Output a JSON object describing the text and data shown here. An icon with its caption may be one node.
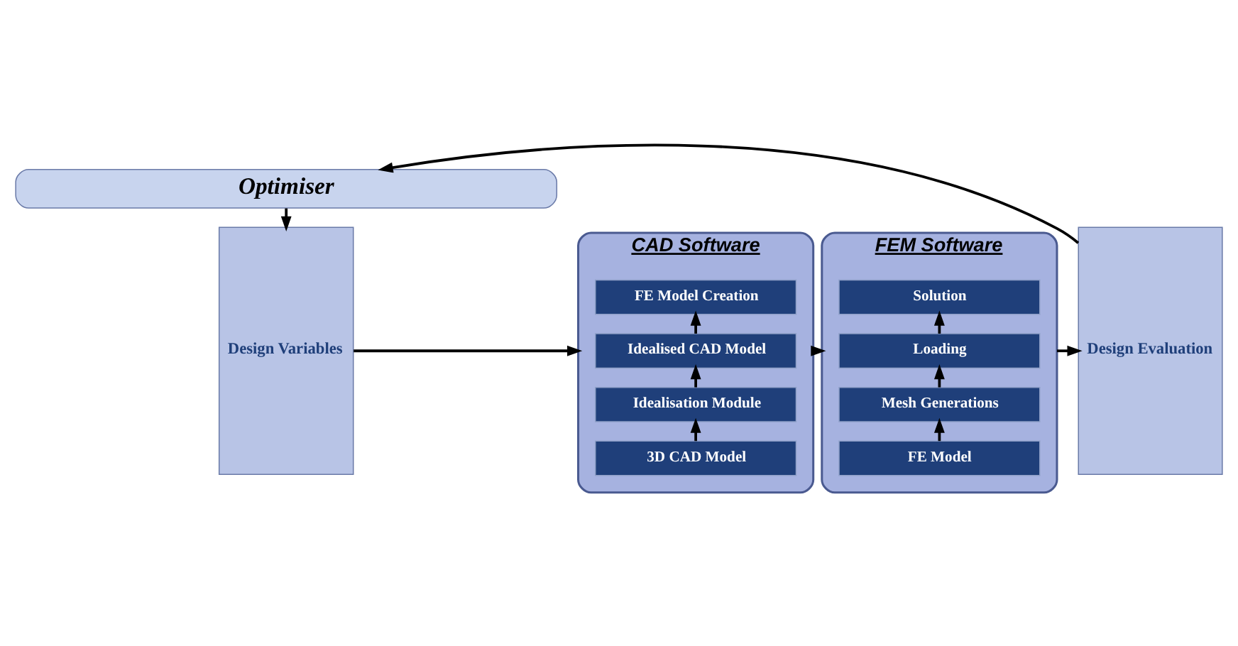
{
  "diagram": {
    "nodes": [
      {
        "text": [
          "Optimiser"
        ]
      },
      {
        "text": [
          "Design Variables"
        ]
      },
      {
        "text": [
          "CAD Software"
        ]
      },
      {
        "text": [
          "3D CAD Model"
        ],
        "in": 2
      },
      {
        "text": [
          "Idealisation Module"
        ],
        "in": 2
      },
      {
        "text": [
          "Idealised CAD Model"
        ],
        "in": 2
      },
      {
        "text": [
          "FE Model Creation"
        ],
        "in": 2
      },
      {
        "text": [
          "FEM Software"
        ]
      },
      {
        "text": [
          "FE Model"
        ],
        "in": 7
      },
      {
        "text": [
          "Mesh Generations"
        ],
        "in": 7
      },
      {
        "text": [
          "Loading"
        ],
        "in": 7
      },
      {
        "text": [
          "Solution"
        ],
        "in": 7
      },
      {
        "text": [
          "Design Evaluation"
        ]
      }
    ],
    "edges": [
      {
        "from": 0,
        "to": 1,
        "arrow": "to"
      },
      {
        "from": 1,
        "to": 2,
        "arrow": "to"
      },
      {
        "from": 3,
        "to": 4,
        "arrow": "to"
      },
      {
        "from": 4,
        "to": 5,
        "arrow": "to"
      },
      {
        "from": 5,
        "to": 6,
        "arrow": "to"
      },
      {
        "from": 2,
        "to": 7,
        "arrow": "to"
      },
      {
        "from": 8,
        "to": 9,
        "arrow": "to"
      },
      {
        "from": 9,
        "to": 10,
        "arrow": "to"
      },
      {
        "from": 10,
        "to": 11,
        "arrow": "to"
      },
      {
        "from": 7,
        "to": 12,
        "arrow": "to"
      },
      {
        "from": 12,
        "to": 0,
        "arrow": "to"
      }
    ]
  }
}
